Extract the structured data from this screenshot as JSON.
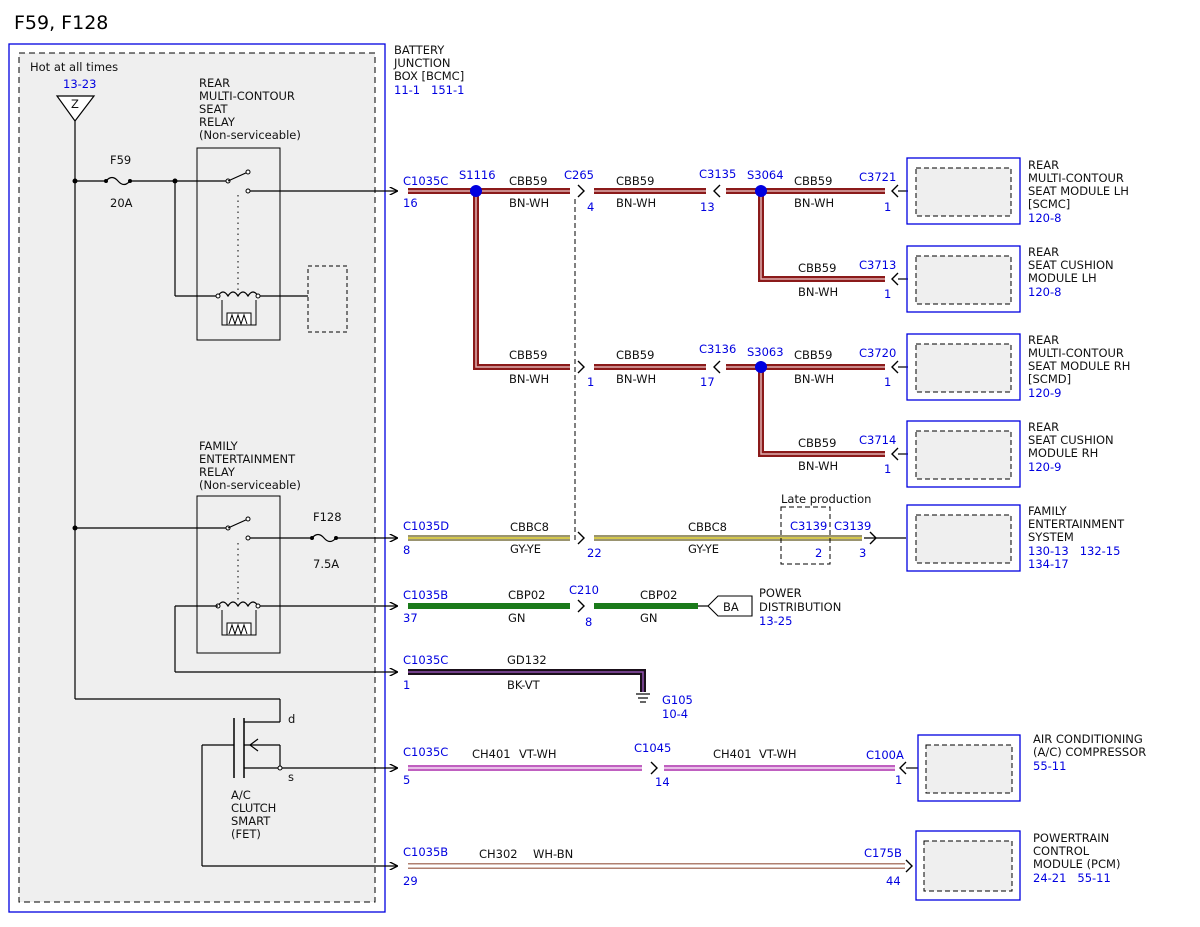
{
  "title": "F59, F128",
  "bjb": {
    "name_lines": [
      "BATTERY",
      "JUNCTION",
      "BOX [BCMC]"
    ],
    "ref_a": "11-1",
    "ref_b": "151-1",
    "hot_label": "Hot at all times",
    "hot_ref": "13-23",
    "hot_symbol": "Z",
    "fuse1": {
      "name": "F59",
      "rating": "20A"
    },
    "fuse2": {
      "name": "F128",
      "rating": "7.5A"
    },
    "relay1_lines": [
      "REAR",
      "MULTI-CONTOUR",
      "SEAT",
      "RELAY",
      "(Non-serviceable)"
    ],
    "relay2_lines": [
      "FAMILY",
      "ENTERTAINMENT",
      "RELAY",
      "(Non-serviceable)"
    ],
    "fet_lines": [
      "A/C",
      "CLUTCH",
      "SMART",
      "(FET)"
    ],
    "fet_d": "d",
    "fet_s": "s"
  },
  "wires": {
    "w1": {
      "conn": "C1035C",
      "pin": "16",
      "splice": "S1116",
      "circuit": "CBB59",
      "color": "BN-WH",
      "conn2": "C265",
      "pin2": "4",
      "circuit2": "CBB59",
      "color2": "BN-WH",
      "conn3": "C3135",
      "pin3": "13",
      "splice2": "S3064",
      "circuit3": "CBB59",
      "color3": "BN-WH",
      "conn4": "C3721",
      "pin4": "1"
    },
    "w1b": {
      "circuit": "CBB59",
      "color": "BN-WH",
      "conn": "C3713",
      "pin": "1"
    },
    "w2": {
      "circuit": "CBB59",
      "color": "BN-WH",
      "pin2": "1",
      "circuit2": "CBB59",
      "color2": "BN-WH",
      "conn3": "C3136",
      "pin3": "17",
      "splice": "S3063",
      "circuit3": "CBB59",
      "color3": "BN-WH",
      "conn4": "C3720",
      "pin4": "1"
    },
    "w2b": {
      "circuit": "CBB59",
      "color": "BN-WH",
      "conn": "C3714",
      "pin": "1"
    },
    "w3": {
      "conn": "C1035D",
      "pin": "8",
      "circuit": "CBBC8",
      "color": "GY-YE",
      "pin2": "22",
      "circuit2": "CBBC8",
      "color2": "GY-YE",
      "late": "Late production",
      "conn3": "C3139",
      "pin3": "2",
      "conn4": "C3139",
      "pin4": "3"
    },
    "w4": {
      "conn": "C1035B",
      "pin": "37",
      "circuit": "CBP02",
      "color": "GN",
      "conn2": "C210",
      "pin2": "8",
      "circuit2": "CBP02",
      "color2": "GN",
      "flag": "BA",
      "dest_lines": [
        "POWER",
        "DISTRIBUTION"
      ],
      "dest_ref": "13-25"
    },
    "w5": {
      "conn": "C1035C",
      "pin": "1",
      "circuit": "GD132",
      "color": "BK-VT",
      "ground": "G105",
      "ground_ref": "10-4"
    },
    "w6": {
      "conn": "C1035C",
      "pin": "5",
      "circuit": "CH401",
      "color": "VT-WH",
      "conn2": "C1045",
      "pin2": "14",
      "circuit2": "CH401",
      "color2": "VT-WH",
      "conn3": "C100A",
      "pin3": "1"
    },
    "w7": {
      "conn": "C1035B",
      "pin": "29",
      "circuit": "CH302",
      "color": "WH-BN",
      "conn2": "C175B",
      "pin2": "44"
    }
  },
  "modules": [
    {
      "lines": [
        "REAR",
        "MULTI-CONTOUR",
        "SEAT MODULE LH",
        "[SCMC]"
      ],
      "refs": "120-8"
    },
    {
      "lines": [
        "REAR",
        "SEAT CUSHION",
        "MODULE LH"
      ],
      "refs": "120-8"
    },
    {
      "lines": [
        "REAR",
        "MULTI-CONTOUR",
        "SEAT MODULE RH",
        "[SCMD]"
      ],
      "refs": "120-9"
    },
    {
      "lines": [
        "REAR",
        "SEAT CUSHION",
        "MODULE RH"
      ],
      "refs": "120-9"
    },
    {
      "lines": [
        "FAMILY",
        "ENTERTAINMENT",
        "SYSTEM"
      ],
      "refs": "130-13   132-15",
      "refs2": "134-17"
    },
    {
      "lines": [
        "AIR CONDITIONING",
        "(A/C) COMPRESSOR"
      ],
      "refs": "55-11"
    },
    {
      "lines": [
        "POWERTRAIN",
        "CONTROL",
        "MODULE (PCM)"
      ],
      "refs": "24-21   55-11"
    }
  ],
  "colors": {
    "bn_wh": "#8b1a1a",
    "gy_ye": "#a8a070",
    "gn": "#1a7a1a",
    "bk_vt": "#1a0f1a",
    "vt_wh": "#c070c0",
    "wh_bn": "#b08070",
    "blue": "#0000e0",
    "box_fill": "#efefef"
  }
}
